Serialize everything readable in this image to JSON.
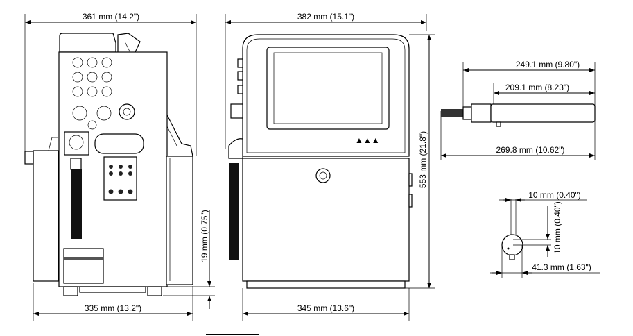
{
  "side_view": {
    "overall_width": "361 mm (14.2\")",
    "base_width": "335 mm (13.2\")",
    "foot_height": "19 mm (0.75\")"
  },
  "front_view": {
    "overall_width": "382 mm (15.1\")",
    "base_width": "345 mm (13.6\")",
    "overall_height": "553 mm (21.8\")"
  },
  "printhead_view": {
    "length_a": "249.1 mm (9.80\")",
    "length_b": "209.1 mm (8.23\")",
    "length_total": "269.8 mm (10.62\")"
  },
  "printhead_end_view": {
    "offset_horizontal": "10 mm (0.40\")",
    "offset_vertical": "10 mm (0.40\")",
    "diameter": "41.3 mm (1.63\")"
  }
}
